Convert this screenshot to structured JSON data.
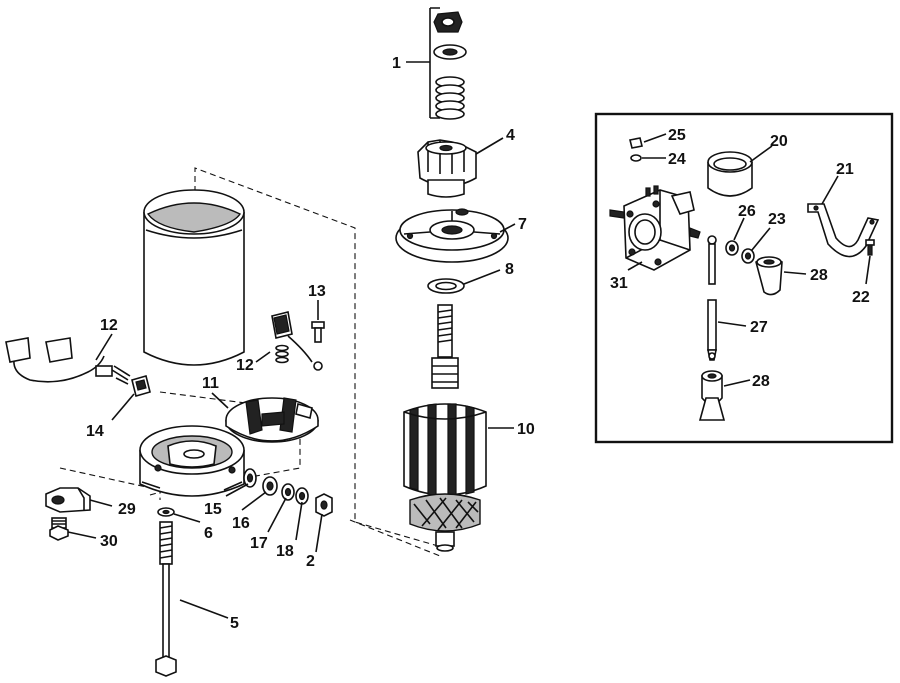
{
  "callouts": {
    "c1": "1",
    "c2": "2",
    "c4": "4",
    "c5": "5",
    "c6": "6",
    "c7": "7",
    "c8": "8",
    "c10": "10",
    "c11": "11",
    "c12a": "12",
    "c12b": "12",
    "c13": "13",
    "c14": "14",
    "c15": "15",
    "c16": "16",
    "c17": "17",
    "c18": "18",
    "c20": "20",
    "c21": "21",
    "c22": "22",
    "c23": "23",
    "c24": "24",
    "c25": "25",
    "c26": "26",
    "c27": "27",
    "c28a": "28",
    "c28b": "28",
    "c29": "29",
    "c30": "30",
    "c31": "31"
  }
}
